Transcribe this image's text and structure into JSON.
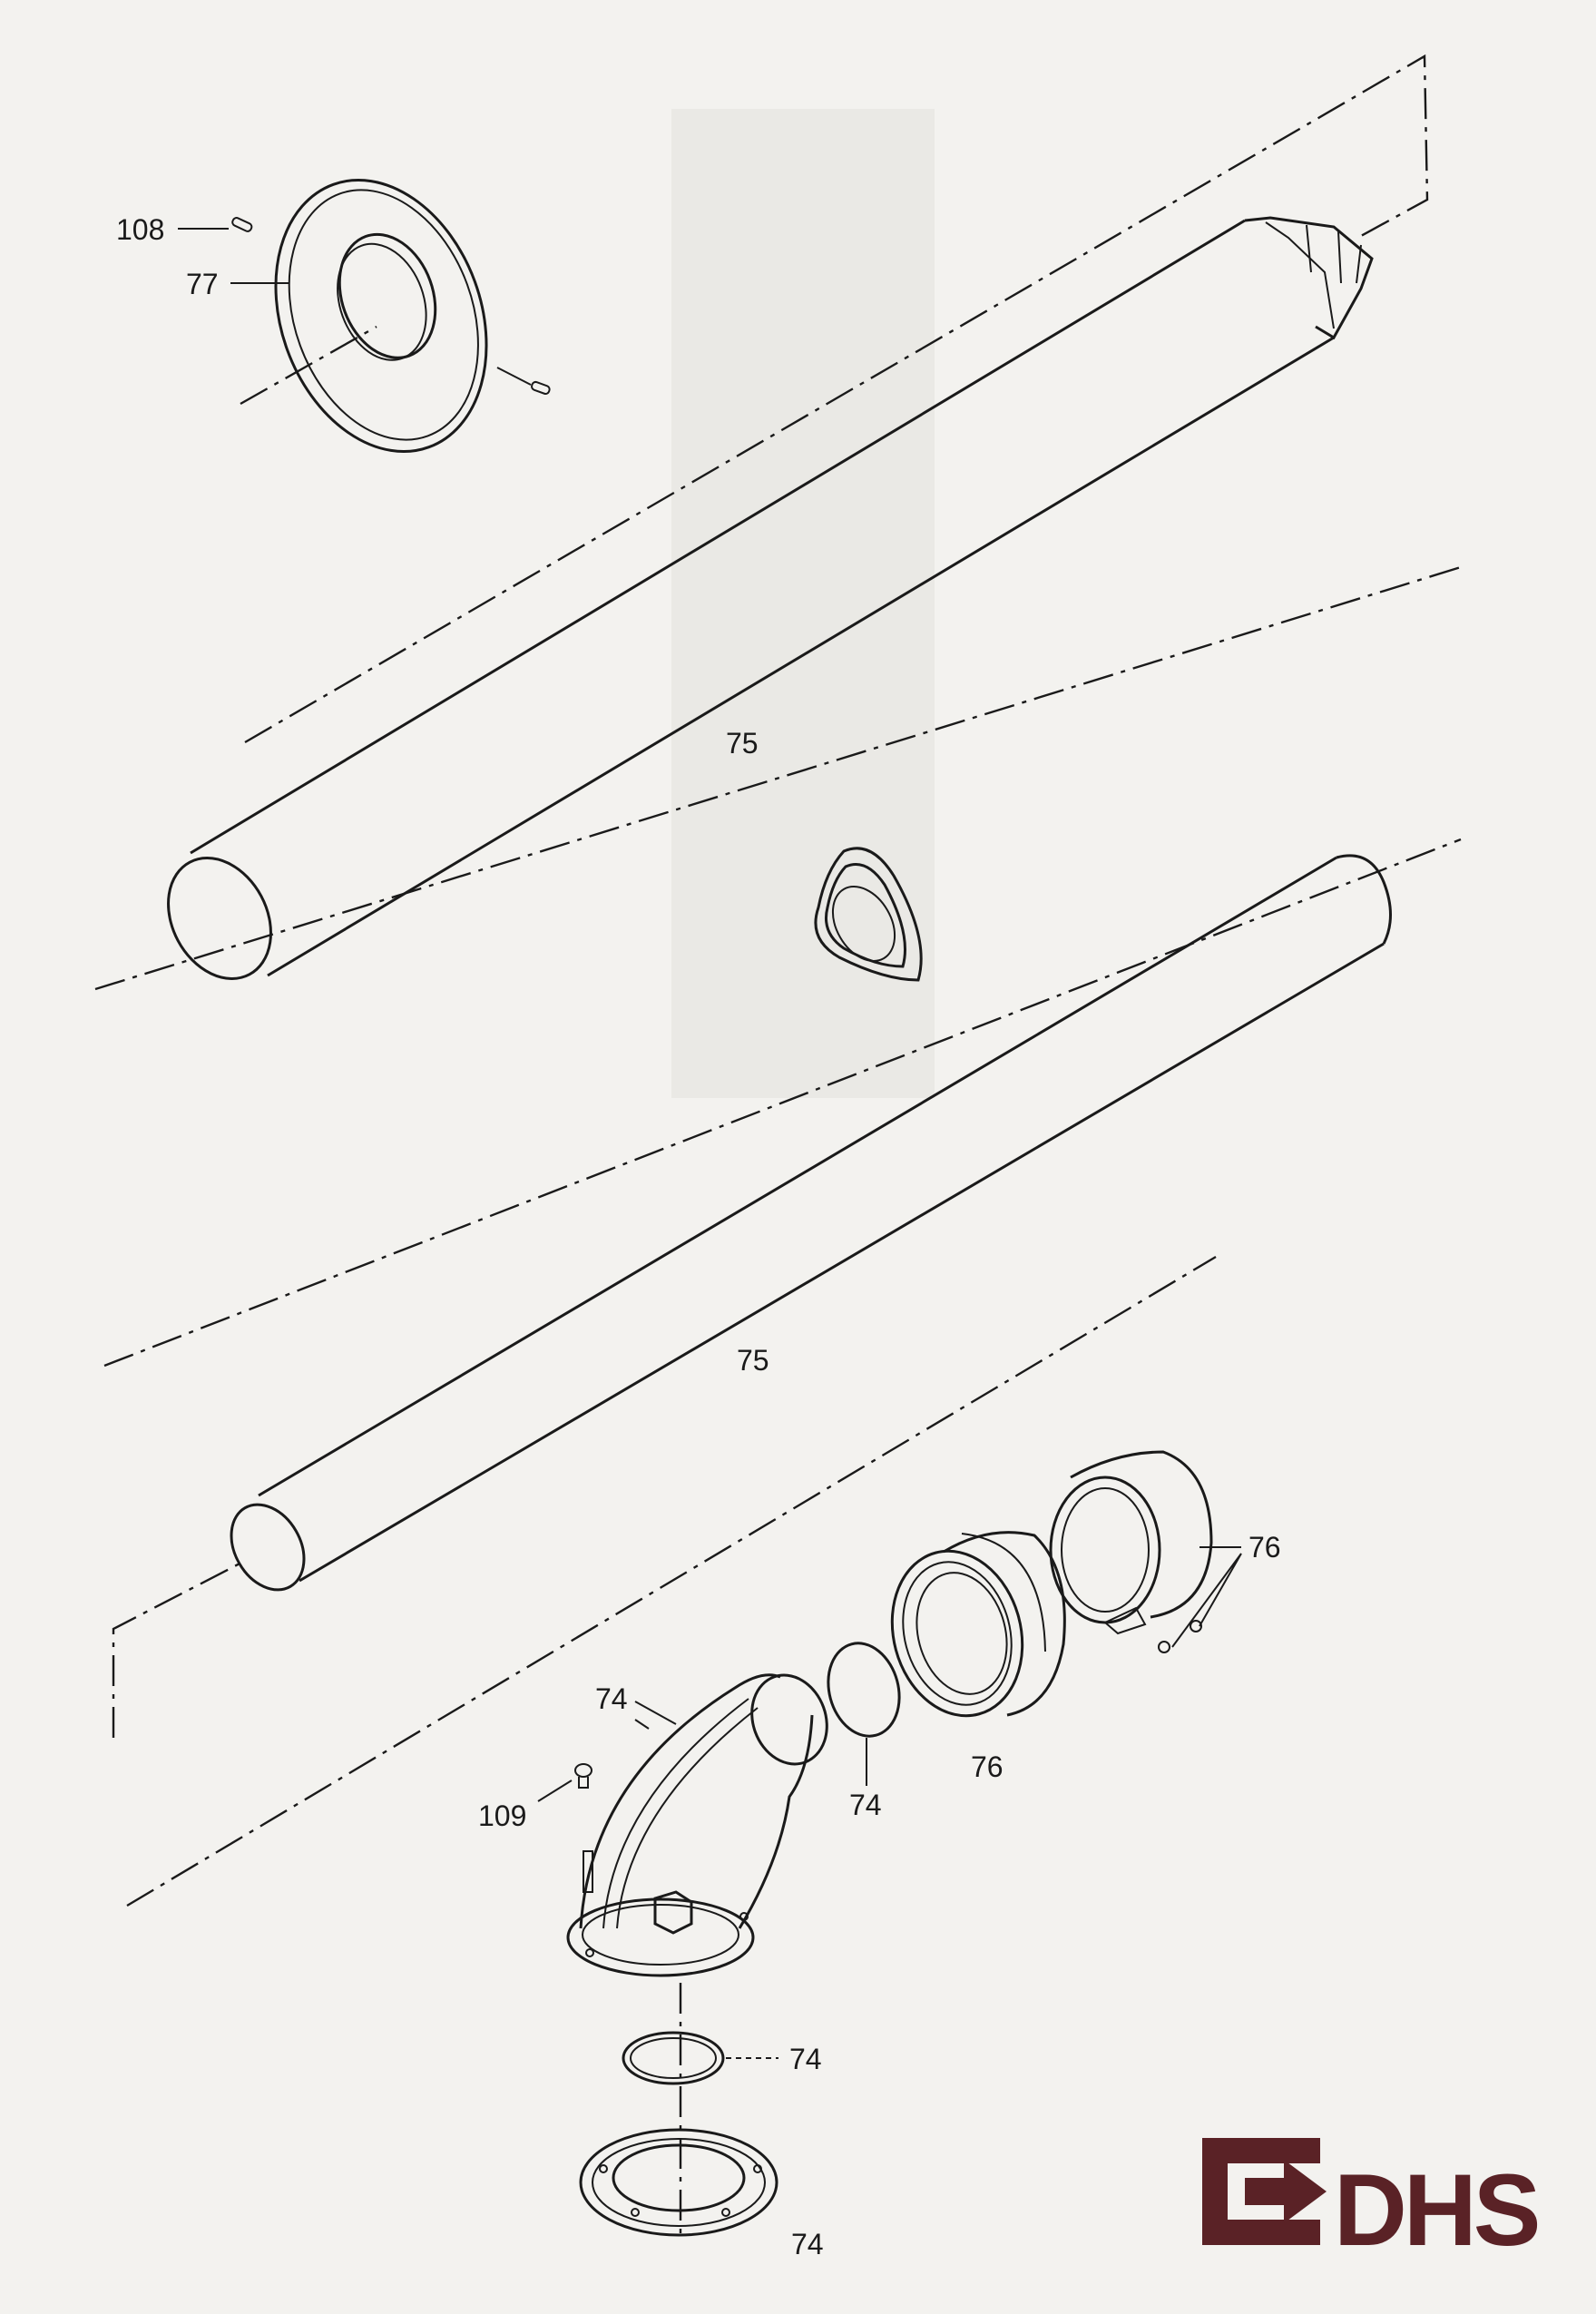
{
  "diagram": {
    "labels": {
      "l108": "108",
      "l77": "77",
      "l75_upper": "75",
      "l75_lower": "75",
      "l76_right": "76",
      "l76_bottom": "76",
      "l74_elbow": "74",
      "l109": "109",
      "l74_gasket": "74",
      "l74_oring": "74",
      "l74_flange": "74"
    }
  },
  "logo": {
    "text": "DHS",
    "color": "#5a2226",
    "icon": "arrow-bracket-icon"
  }
}
